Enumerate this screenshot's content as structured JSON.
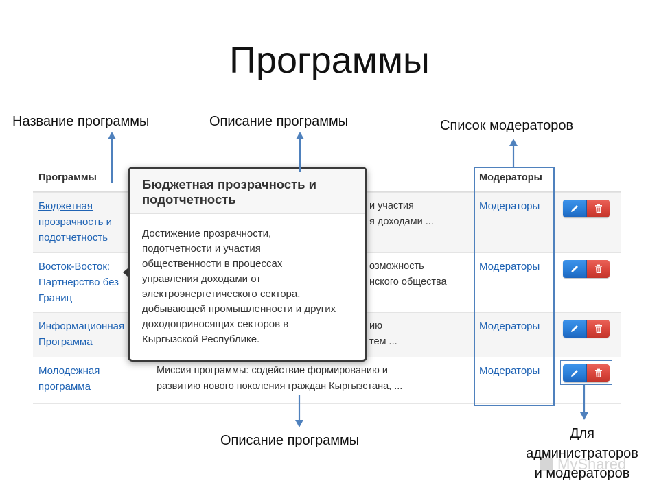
{
  "slide": {
    "title": "Программы"
  },
  "annotations": {
    "program_name": "Название программы",
    "program_description_top": "Описание программы",
    "moderator_list": "Список модераторов",
    "program_description_bottom": "Описание программы",
    "admin_note": [
      "Для",
      "администраторов",
      "и модераторов"
    ]
  },
  "table": {
    "headers": {
      "programs": "Программы",
      "moderators": "Модераторы"
    },
    "rows": [
      {
        "name": [
          "Бюджетная",
          "прозрачность и",
          "подотчетность"
        ],
        "description": [
          "и участия",
          "я доходами ..."
        ],
        "moderators": "Модераторы"
      },
      {
        "name": [
          "Восток-Восток:",
          "Партнерство без",
          "Границ"
        ],
        "description": [
          "озможность",
          "нского общества"
        ],
        "moderators": "Модераторы"
      },
      {
        "name": [
          "Информационная",
          "Программа"
        ],
        "description": [
          "ию",
          "тем ..."
        ],
        "moderators": "Модераторы"
      },
      {
        "name": [
          "Молодежная",
          "программа"
        ],
        "description": [
          "Миссия программы: содействие формированию и",
          "развитию нового поколения граждан Кыргызстана, ..."
        ],
        "moderators": "Модераторы"
      }
    ],
    "row_actions": {
      "edit_icon": "pencil-icon",
      "delete_icon": "trash-icon"
    }
  },
  "popover": {
    "title": [
      "Бюджетная прозрачность и",
      "подотчетность"
    ],
    "body": [
      "Достижение прозрачности,",
      "подотчетности и участия",
      "общественности в процессах",
      "управления доходами от",
      "электроэнергетического сектора,",
      "добывающей промышленности и других",
      "доходоприносящих секторов в",
      "Кыргызской Республике."
    ]
  },
  "watermark": {
    "text": "MyShared"
  },
  "colors": {
    "link": "#1f63b4",
    "accent": "#4f81bd",
    "edit_button": "#2a7fd8",
    "delete_button": "#d9453b"
  }
}
